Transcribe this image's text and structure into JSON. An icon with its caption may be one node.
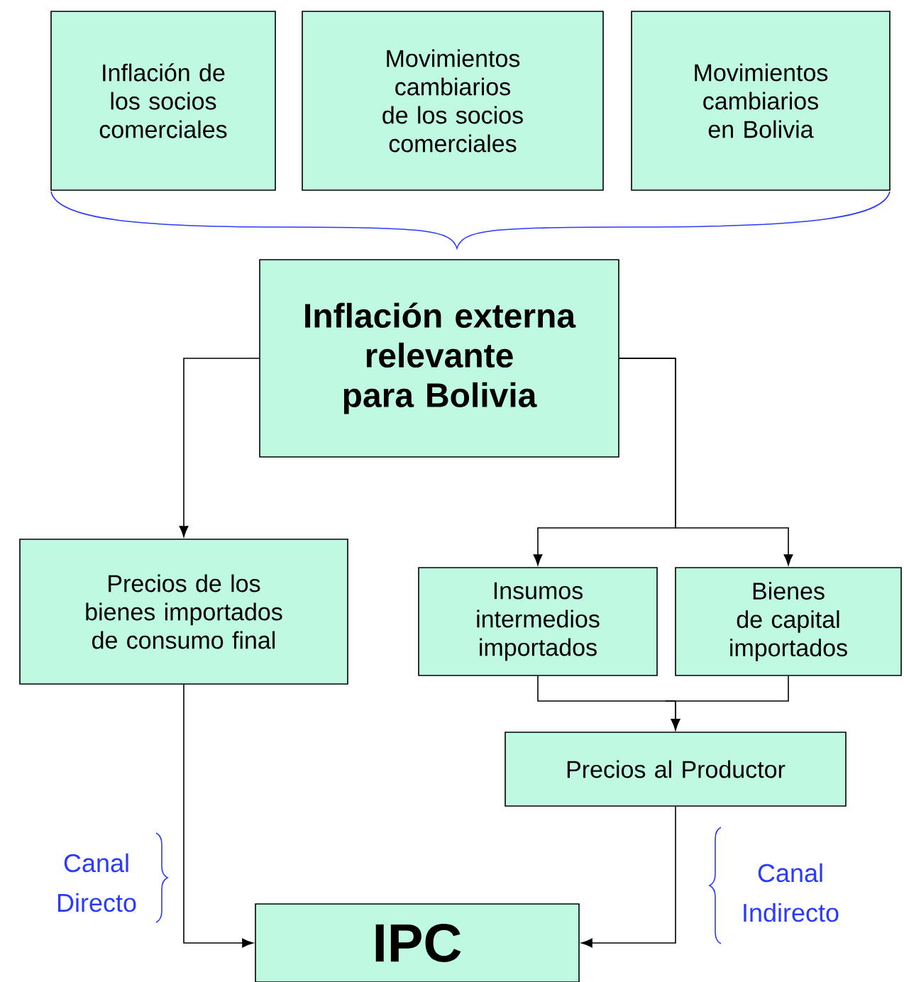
{
  "diagram": {
    "nodes": [
      {
        "text": [
          "Inflación de los socios comerciales"
        ]
      },
      {
        "text": [
          "Movimientos cambiarios de los socios comerciales"
        ]
      },
      {
        "text": [
          "Movimientos cambiarios en Bolivia"
        ]
      },
      {
        "text": [
          "Inflación externa relevante para Bolivia"
        ]
      },
      {
        "text": [
          "Precios de los bienes importados de consumo final"
        ]
      },
      {
        "text": [
          "Insumos intermedios importados"
        ]
      },
      {
        "text": [
          "Bienes de capital importados"
        ]
      },
      {
        "text": [
          "Precios al Productor"
        ]
      },
      {
        "text": [
          "IPC"
        ]
      }
    ],
    "edges": [
      {
        "from": 3,
        "to": 4,
        "arrow": "to"
      },
      {
        "from": 3,
        "to": 5,
        "arrow": "to"
      },
      {
        "from": 3,
        "to": 6,
        "arrow": "to"
      },
      {
        "from": 5,
        "to": 7,
        "arrow": "to"
      },
      {
        "from": 6,
        "to": 7,
        "arrow": "to"
      },
      {
        "from": 4,
        "to": 8,
        "arrow": "to"
      },
      {
        "from": 7,
        "to": 8,
        "arrow": "to"
      }
    ],
    "labels": [
      "Canal Directo",
      "Canal Indirecto"
    ]
  }
}
